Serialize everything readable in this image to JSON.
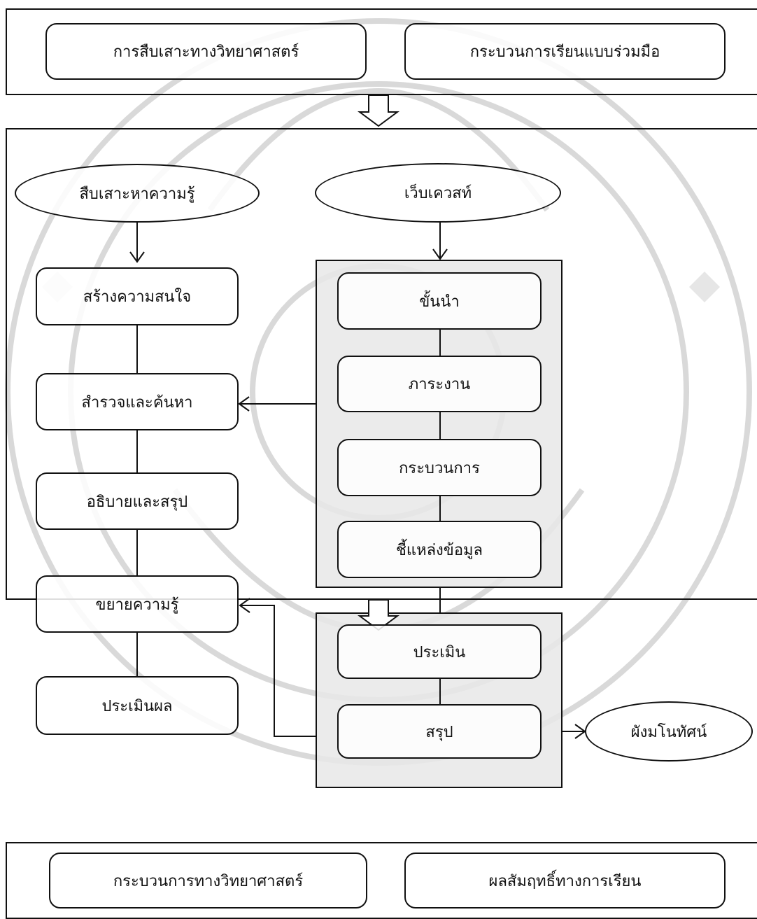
{
  "top": {
    "inquiry": "การสืบเสาะทางวิทยาศาสตร์",
    "cooperative": "กระบวนการเรียนแบบร่วมมือ"
  },
  "left": {
    "oval": "สืบเสาะหาความรู้",
    "steps": [
      "สร้างความสนใจ",
      "สำรวจและค้นหา",
      "อธิบายและสรุป",
      "ขยายความรู้",
      "ประเมินผล"
    ]
  },
  "right": {
    "oval": "เว็บเควสท์",
    "group1": [
      "ขั้นนำ",
      "ภาระงาน",
      "กระบวนการ",
      "ชี้แหล่งข้อมูล"
    ],
    "group2": [
      "ประเมิน",
      "สรุป"
    ],
    "output_oval": "ผังมโนทัศน์"
  },
  "bottom": {
    "process": "กระบวนการทางวิทยาศาสตร์",
    "achievement": "ผลสัมฤทธิ์ทางการเรียน"
  },
  "colors": {
    "stroke": "#111111",
    "group_fill": "#e8e8e8",
    "watermark": "#d9d9d9"
  }
}
